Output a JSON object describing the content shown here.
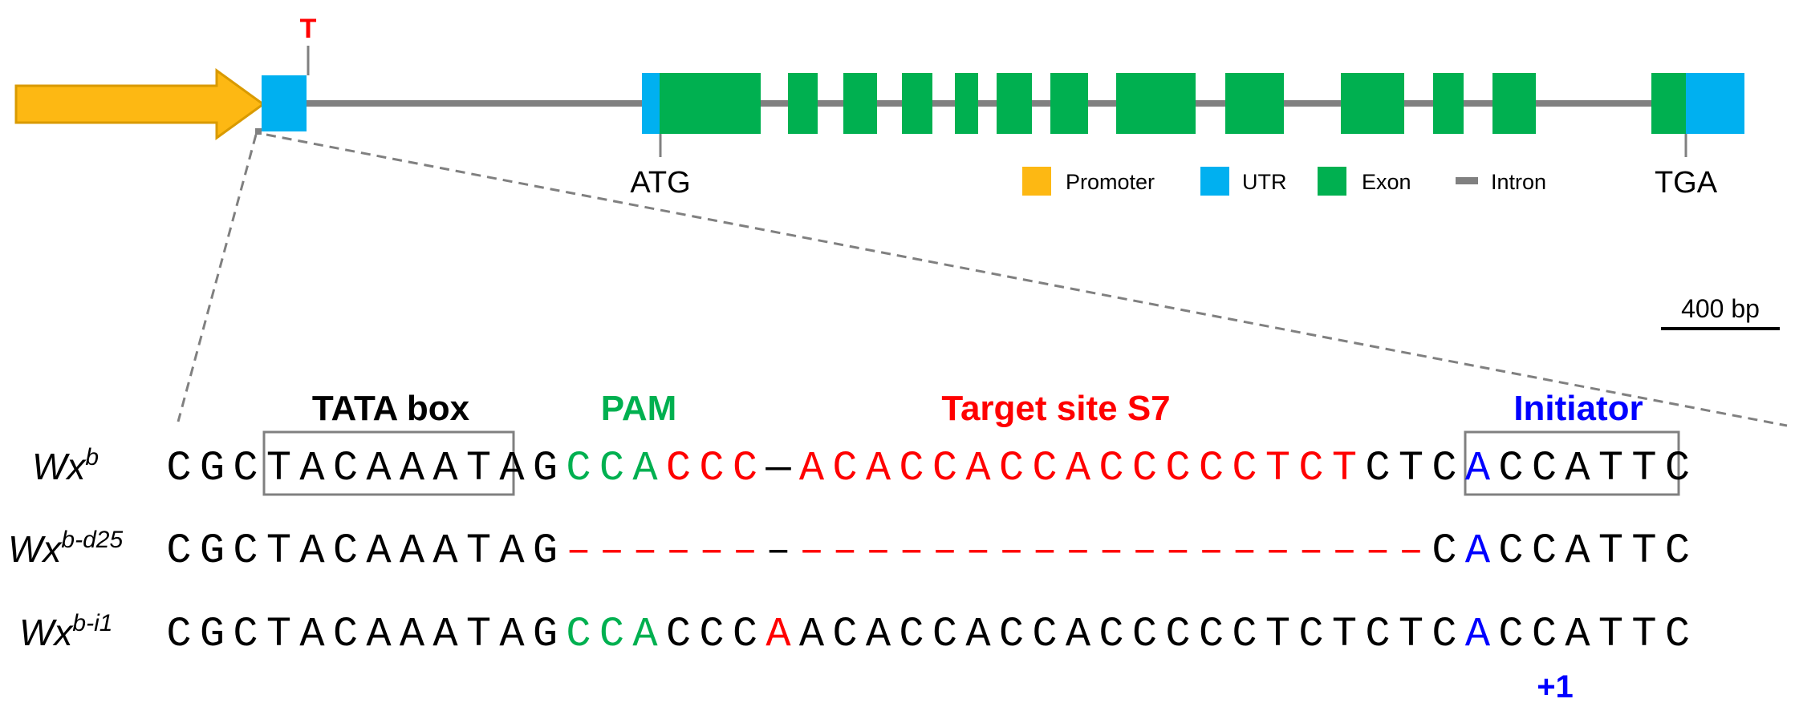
{
  "colors": {
    "promoter": "#FDB813",
    "promoter_stroke": "#D99A00",
    "utr": "#00B0F0",
    "exon": "#00B050",
    "intron": "#808080",
    "red": "#FF0000",
    "green": "#00B050",
    "blue": "#0000FF",
    "black": "#000000",
    "box": "#808080"
  },
  "gene": {
    "mutation_marker": "T",
    "start_codon": "ATG",
    "stop_codon": "TGA"
  },
  "legend": [
    {
      "key": "promoter",
      "label": "Promoter",
      "icon": "square"
    },
    {
      "key": "utr",
      "label": "UTR",
      "icon": "square"
    },
    {
      "key": "exon",
      "label": "Exon",
      "icon": "square"
    },
    {
      "key": "intron",
      "label": "Intron",
      "icon": "line"
    }
  ],
  "scale_bar": {
    "label": "400 bp"
  },
  "sequence": {
    "tata_box_label": "TATA box",
    "pam_label": "PAM",
    "target_label": "Target site S7",
    "initiator_label": "Initiator",
    "plus_one_label": "+1",
    "rows": [
      {
        "name": "Wx",
        "sup": "b",
        "chars": [
          [
            "C",
            "k"
          ],
          [
            "G",
            "k"
          ],
          [
            "C",
            "k"
          ],
          [
            "T",
            "k"
          ],
          [
            "A",
            "k"
          ],
          [
            "C",
            "k"
          ],
          [
            "A",
            "k"
          ],
          [
            "A",
            "k"
          ],
          [
            "A",
            "k"
          ],
          [
            "T",
            "k"
          ],
          [
            "A",
            "k"
          ],
          [
            "G",
            "k"
          ],
          [
            "C",
            "g"
          ],
          [
            "C",
            "g"
          ],
          [
            "A",
            "g"
          ],
          [
            "C",
            "r"
          ],
          [
            "C",
            "r"
          ],
          [
            "C",
            "r"
          ],
          [
            "—",
            "k"
          ],
          [
            "A",
            "r"
          ],
          [
            "C",
            "r"
          ],
          [
            "A",
            "r"
          ],
          [
            "C",
            "r"
          ],
          [
            "C",
            "r"
          ],
          [
            "A",
            "r"
          ],
          [
            "C",
            "r"
          ],
          [
            "C",
            "r"
          ],
          [
            "A",
            "r"
          ],
          [
            "C",
            "r"
          ],
          [
            "C",
            "r"
          ],
          [
            "C",
            "r"
          ],
          [
            "C",
            "r"
          ],
          [
            "C",
            "r"
          ],
          [
            "T",
            "r"
          ],
          [
            "C",
            "r"
          ],
          [
            "T",
            "r"
          ],
          [
            "C",
            "k"
          ],
          [
            "T",
            "k"
          ],
          [
            "C",
            "k"
          ],
          [
            "A",
            "b"
          ],
          [
            "C",
            "k"
          ],
          [
            "C",
            "k"
          ],
          [
            "A",
            "k"
          ],
          [
            "T",
            "k"
          ],
          [
            "T",
            "k"
          ],
          [
            "C",
            "k"
          ]
        ]
      },
      {
        "name": "Wx",
        "sup": "b-d25",
        "chars": [
          [
            "C",
            "k"
          ],
          [
            "G",
            "k"
          ],
          [
            "C",
            "k"
          ],
          [
            "T",
            "k"
          ],
          [
            "A",
            "k"
          ],
          [
            "C",
            "k"
          ],
          [
            "A",
            "k"
          ],
          [
            "A",
            "k"
          ],
          [
            "A",
            "k"
          ],
          [
            "T",
            "k"
          ],
          [
            "A",
            "k"
          ],
          [
            "G",
            "k"
          ],
          [
            "–",
            "r"
          ],
          [
            "–",
            "r"
          ],
          [
            "–",
            "r"
          ],
          [
            "–",
            "r"
          ],
          [
            "–",
            "r"
          ],
          [
            "–",
            "r"
          ],
          [
            "–",
            "k"
          ],
          [
            "–",
            "r"
          ],
          [
            "–",
            "r"
          ],
          [
            "–",
            "r"
          ],
          [
            "–",
            "r"
          ],
          [
            "–",
            "r"
          ],
          [
            "–",
            "r"
          ],
          [
            "–",
            "r"
          ],
          [
            "–",
            "r"
          ],
          [
            "–",
            "r"
          ],
          [
            "–",
            "r"
          ],
          [
            "–",
            "r"
          ],
          [
            "–",
            "r"
          ],
          [
            "–",
            "r"
          ],
          [
            "–",
            "r"
          ],
          [
            "–",
            "r"
          ],
          [
            "–",
            "r"
          ],
          [
            "–",
            "r"
          ],
          [
            "–",
            "r"
          ],
          [
            "–",
            "r"
          ],
          [
            "C",
            "k"
          ],
          [
            "A",
            "b"
          ],
          [
            "C",
            "k"
          ],
          [
            "C",
            "k"
          ],
          [
            "A",
            "k"
          ],
          [
            "T",
            "k"
          ],
          [
            "T",
            "k"
          ],
          [
            "C",
            "k"
          ]
        ]
      },
      {
        "name": "Wx",
        "sup": "b-i1",
        "chars": [
          [
            "C",
            "k"
          ],
          [
            "G",
            "k"
          ],
          [
            "C",
            "k"
          ],
          [
            "T",
            "k"
          ],
          [
            "A",
            "k"
          ],
          [
            "C",
            "k"
          ],
          [
            "A",
            "k"
          ],
          [
            "A",
            "k"
          ],
          [
            "A",
            "k"
          ],
          [
            "T",
            "k"
          ],
          [
            "A",
            "k"
          ],
          [
            "G",
            "k"
          ],
          [
            "C",
            "g"
          ],
          [
            "C",
            "g"
          ],
          [
            "A",
            "g"
          ],
          [
            "C",
            "k"
          ],
          [
            "C",
            "k"
          ],
          [
            "C",
            "k"
          ],
          [
            "A",
            "r"
          ],
          [
            "A",
            "k"
          ],
          [
            "C",
            "k"
          ],
          [
            "A",
            "k"
          ],
          [
            "C",
            "k"
          ],
          [
            "C",
            "k"
          ],
          [
            "A",
            "k"
          ],
          [
            "C",
            "k"
          ],
          [
            "C",
            "k"
          ],
          [
            "A",
            "k"
          ],
          [
            "C",
            "k"
          ],
          [
            "C",
            "k"
          ],
          [
            "C",
            "k"
          ],
          [
            "C",
            "k"
          ],
          [
            "C",
            "k"
          ],
          [
            "T",
            "k"
          ],
          [
            "C",
            "k"
          ],
          [
            "T",
            "k"
          ],
          [
            "C",
            "k"
          ],
          [
            "T",
            "k"
          ],
          [
            "C",
            "k"
          ],
          [
            "A",
            "b"
          ],
          [
            "C",
            "k"
          ],
          [
            "C",
            "k"
          ],
          [
            "A",
            "k"
          ],
          [
            "T",
            "k"
          ],
          [
            "T",
            "k"
          ],
          [
            "C",
            "k"
          ]
        ]
      }
    ]
  }
}
